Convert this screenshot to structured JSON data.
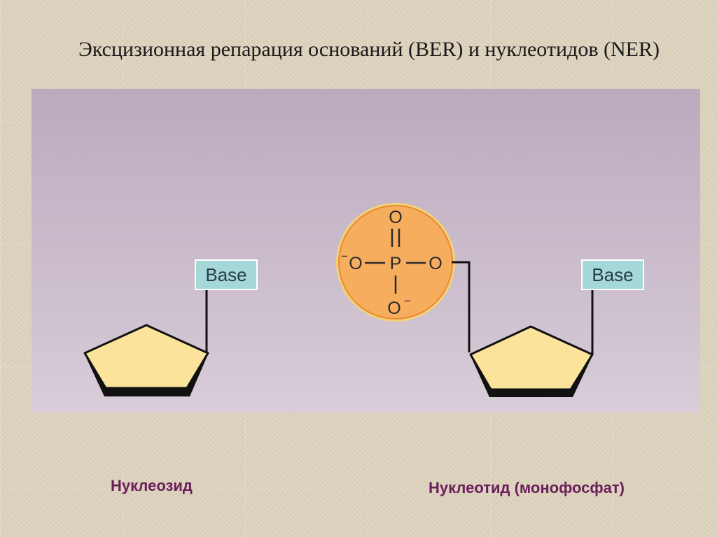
{
  "title": "Эксцизионная репарация оснований (BER) и нуклеотидов (NER)",
  "diagram": {
    "left_base_label": "Base",
    "right_base_label": "Base",
    "phosphate": {
      "top_oxygen": "O",
      "left_oxygen": "O",
      "left_charge": "−",
      "phosphorus": "P",
      "right_oxygen": "O",
      "bottom_oxygen": "O",
      "bottom_charge": "−"
    }
  },
  "captions": {
    "nucleoside": "Нуклеозид",
    "nucleotide": "Нуклеотид (монофосфат)"
  },
  "colors": {
    "sugar_fill": "#fbe39b",
    "base_box_fill": "#a5d8d8",
    "phosphate_fill": "#f7ad5e",
    "caption_color": "#6a1e5a"
  }
}
